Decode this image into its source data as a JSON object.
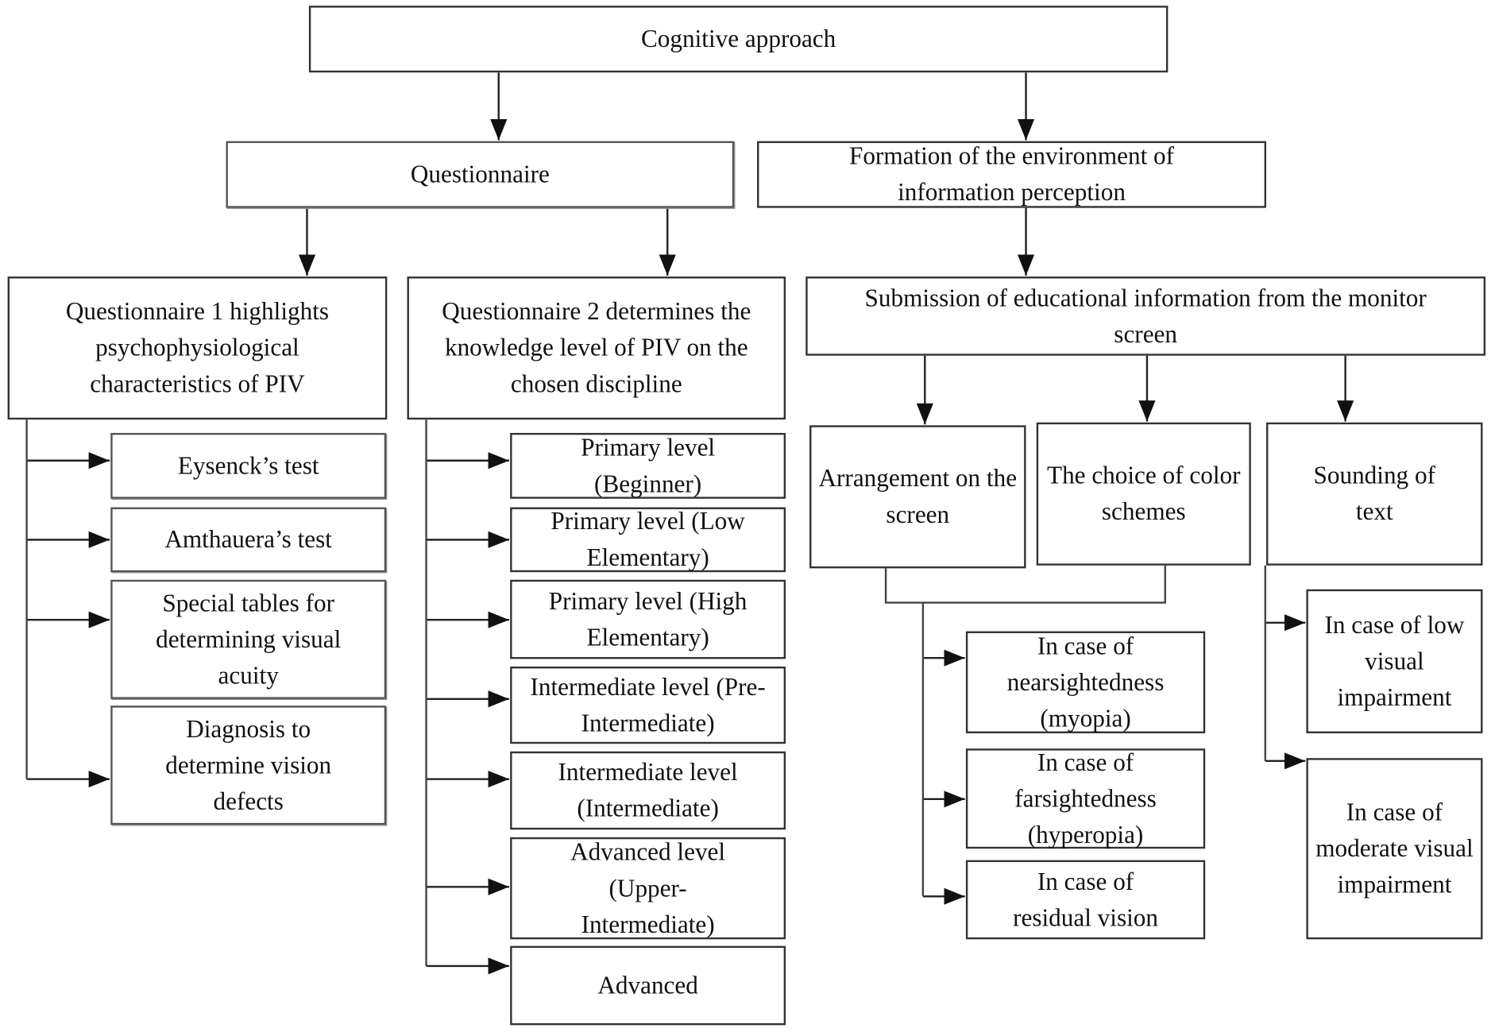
{
  "root": "Cognitive approach",
  "questionnaire": {
    "label": "Questionnaire",
    "q1": {
      "label": "Questionnaire 1 highlights psychophysiological characteristics of PIV",
      "items": [
        "Eysenck’s test",
        "Amthauera’s test",
        "Special tables for determining visual acuity",
        "Diagnosis to determine vision defects"
      ]
    },
    "q2": {
      "label": "Questionnaire 2 determines the knowledge level of PIV on the chosen discipline",
      "items": [
        "Primary level (Beginner)",
        "Primary level (Low Elementary)",
        "Primary level (High Elementary)",
        "Intermediate level (Pre-Intermediate)",
        "Intermediate level (Intermediate)",
        "Advanced level (Upper-Intermediate)",
        "Advanced"
      ]
    }
  },
  "formation": {
    "label": "Formation of the environment of information perception",
    "submission": {
      "label": "Submission of educational information from the monitor screen",
      "arrangement": "Arrangement on the screen",
      "color": "The choice of color schemes",
      "sounding": "Sounding of text",
      "vision_cases": [
        "In case of nearsightedness (myopia)",
        "In case of farsightedness (hyperopia)",
        "In case of residual vision"
      ],
      "impairment_cases": [
        "In case of low visual impairment",
        "In case of moderate visual impairment"
      ]
    }
  }
}
